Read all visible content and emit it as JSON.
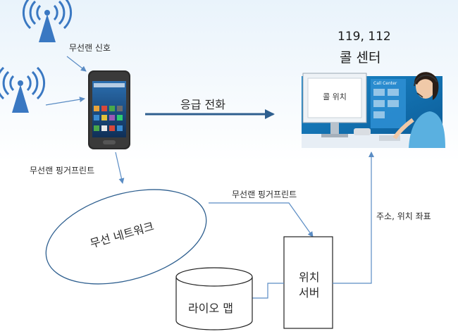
{
  "labels": {
    "wifi_signal": "무선랜 신호",
    "emergency_call": "응급 전화",
    "call_center_line1": "119, 112",
    "call_center_line2": "콜 센터",
    "fingerprint_phone": "무선랜 핑거프린트",
    "fingerprint_network": "무선랜 핑거프린트",
    "address_coords": "주소, 위치 좌표",
    "wireless_network": "무선 네트워크",
    "location_server_line1": "위치",
    "location_server_line2": "서버",
    "radio_map": "라이오 맵",
    "monitor_text": "콜 위치",
    "call_center_badge": "Call Center"
  },
  "icons": {
    "antenna_top": "wifi-antenna",
    "antenna_left": "wifi-antenna",
    "phone": "smartphone",
    "operator": "call-center-operator"
  },
  "colors": {
    "antenna": "#3a78c2",
    "arrow_main": "#2e5f8f",
    "arrow_thin": "#5a8cc4",
    "scene_bg": "#0e6fb0"
  }
}
